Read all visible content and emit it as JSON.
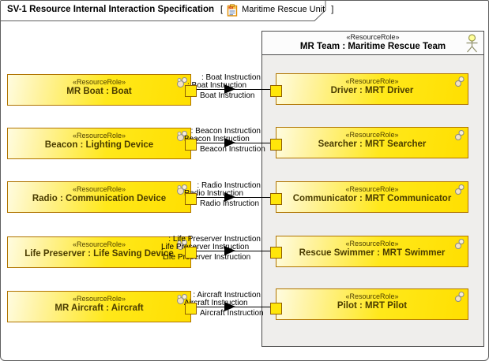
{
  "frame": {
    "title": "SV-1 Resource Internal Interaction Specification",
    "bracket_open": "[",
    "context_name": "Maritime Rescue Unit",
    "bracket_close": "]"
  },
  "container": {
    "stereotype": "«ResourceRole»",
    "name": "MR Team : Maritime Rescue Team"
  },
  "colors": {
    "box_fill": "#ffe600",
    "box_border": "#b07400",
    "container_body": "#efeeec",
    "connector": "#000000"
  },
  "rows": [
    {
      "left": {
        "stereotype": "«ResourceRole»",
        "name": "MR Boat : Boat"
      },
      "right": {
        "stereotype": "«ResourceRole»",
        "name": "Driver : MRT Driver"
      },
      "labels": {
        "top": ": Boat Instruction",
        "mid": ": Boat Instruction",
        "bottom": "Boat Instruction"
      }
    },
    {
      "left": {
        "stereotype": "«ResourceRole»",
        "name": "Beacon : Lighting Device"
      },
      "right": {
        "stereotype": "«ResourceRole»",
        "name": "Searcher : MRT Searcher"
      },
      "labels": {
        "top": ": Beacon Instruction",
        "mid": "Beacon Instruction",
        "bottom": "Beacon Instruction"
      }
    },
    {
      "left": {
        "stereotype": "«ResourceRole»",
        "name": "Radio : Communication Device"
      },
      "right": {
        "stereotype": "«ResourceRole»",
        "name": "Communicator : MRT Communicator"
      },
      "labels": {
        "top": ": Radio Instruction",
        "mid": "Radio Instruction",
        "bottom": "Radio Instruction"
      }
    },
    {
      "left": {
        "stereotype": "«ResourceRole»",
        "name": "Life Preserver : Life Saving Device"
      },
      "right": {
        "stereotype": "«ResourceRole»",
        "name": "Rescue Swimmer : MRT Swimmer"
      },
      "labels": {
        "top": ": Life Preserver Instruction",
        "mid": "Life Preserver Instruction",
        "bottom": "Life Preserver Instruction"
      }
    },
    {
      "left": {
        "stereotype": "«ResourceRole»",
        "name": "MR Aircraft : Aircraft"
      },
      "right": {
        "stereotype": "«ResourceRole»",
        "name": "Pilot : MRT Pilot"
      },
      "labels": {
        "top": ": Aircraft Instruction",
        "mid": "Aircraft Instruction",
        "bottom": "Aircraft Instruction"
      }
    }
  ]
}
